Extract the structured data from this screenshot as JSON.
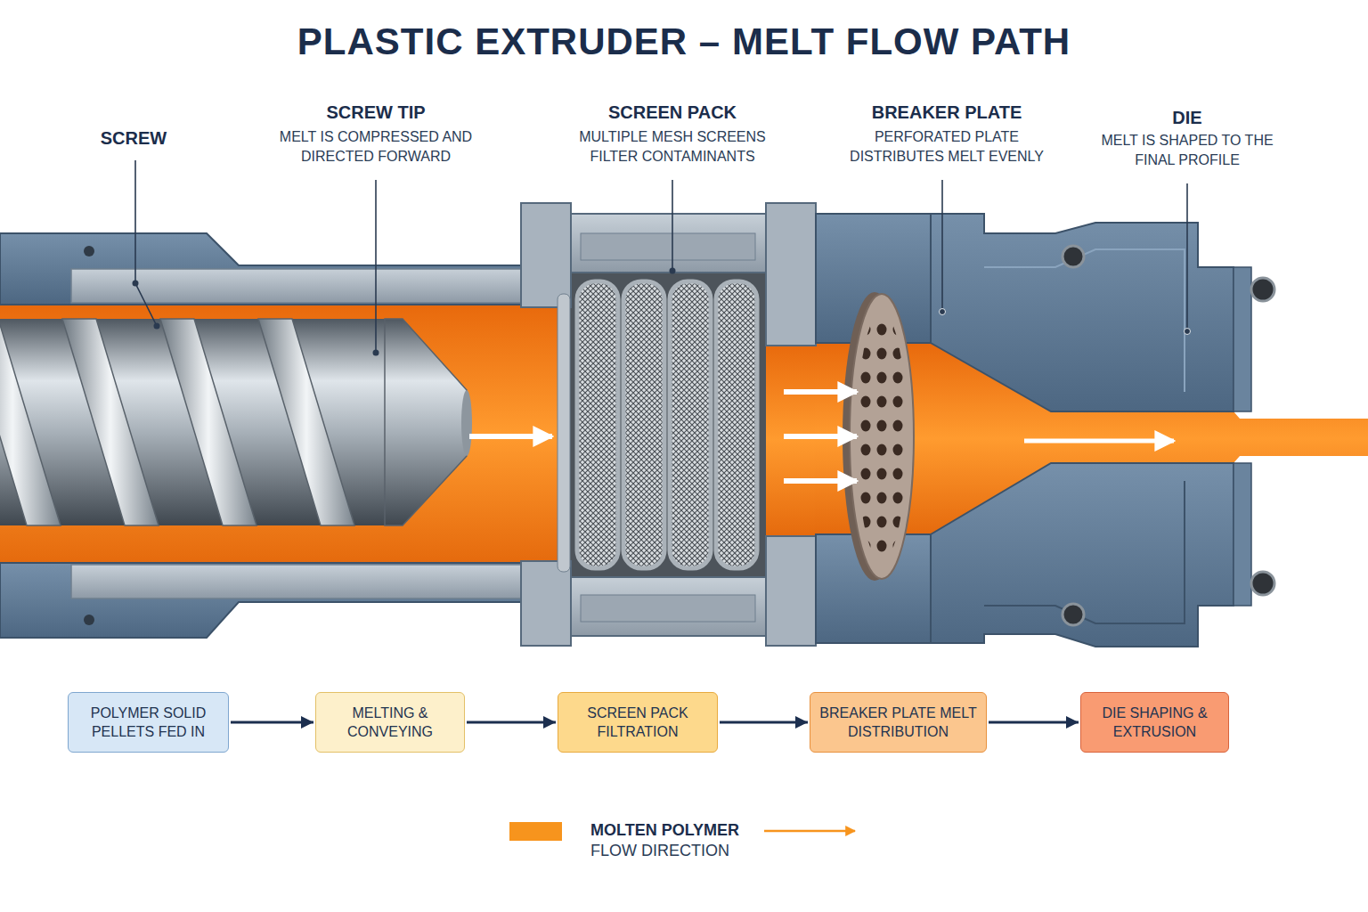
{
  "diagram": {
    "title": "PLASTIC EXTRUDER – MELT FLOW PATH",
    "nodes": [
      {
        "text": [
          "POLYMER SOLID PELLETS FED IN"
        ]
      },
      {
        "text": [
          "MELTING & CONVEYING"
        ]
      },
      {
        "text": [
          "SCREEN PACK FILTRATION"
        ]
      },
      {
        "text": [
          "BREAKER PLATE MELT DISTRIBUTION"
        ]
      },
      {
        "text": [
          "DIE SHAPING & EXTRUSION"
        ]
      }
    ],
    "edges": [
      {
        "from": 0,
        "to": 1,
        "arrow": "to"
      },
      {
        "from": 1,
        "to": 2,
        "arrow": "to"
      },
      {
        "from": 2,
        "to": 3,
        "arrow": "to"
      },
      {
        "from": 3,
        "to": 4,
        "arrow": "to"
      }
    ],
    "labels": [
      "SCREW",
      "SCREW TIP",
      "MELT IS COMPRESSED AND DIRECTED FORWARD",
      "SCREEN PACK",
      "MULTIPLE MESH SCREENS FILTER CONTAMINANTS",
      "BREAKER PLATE",
      "PERFORATED PLATE DISTRIBUTES MELT EVENLY",
      "DIE",
      "MELT IS SHAPED TO THE FINAL PROFILE"
    ],
    "legend": [
      {
        "text": "MOLTEN POLYMER",
        "color": "#f7941d"
      },
      {
        "text": "FLOW DIRECTION"
      }
    ]
  }
}
